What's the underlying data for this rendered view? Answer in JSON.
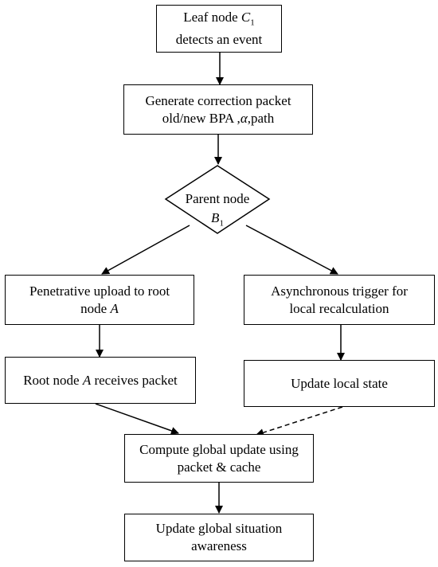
{
  "nodes": {
    "leaf_event": {
      "line1": "Leaf node ",
      "line1_var": "C",
      "line1_sub": "1",
      "line2": "detects an event"
    },
    "generate_packet": {
      "line1": "Generate correction packet",
      "line2a": "old/new BPA ,",
      "line2_var": "α",
      "line2b": ",path"
    },
    "parent_node": {
      "line1": "Parent node",
      "var": "B",
      "sub": "1"
    },
    "penetrative_upload": {
      "line1": "Penetrative upload to root",
      "line2a": "node ",
      "line2_var": "A"
    },
    "async_trigger": {
      "line1": "Asynchronous trigger for",
      "line2": "local recalculation"
    },
    "root_receives": {
      "text_a": "Root node ",
      "var": "A",
      "text_b": " receives packet"
    },
    "update_local": {
      "text": "Update local state"
    },
    "compute_global": {
      "line1": "Compute global update using",
      "line2": "packet & cache"
    },
    "update_awareness": {
      "line1": "Update global situation",
      "line2": "awareness"
    }
  }
}
